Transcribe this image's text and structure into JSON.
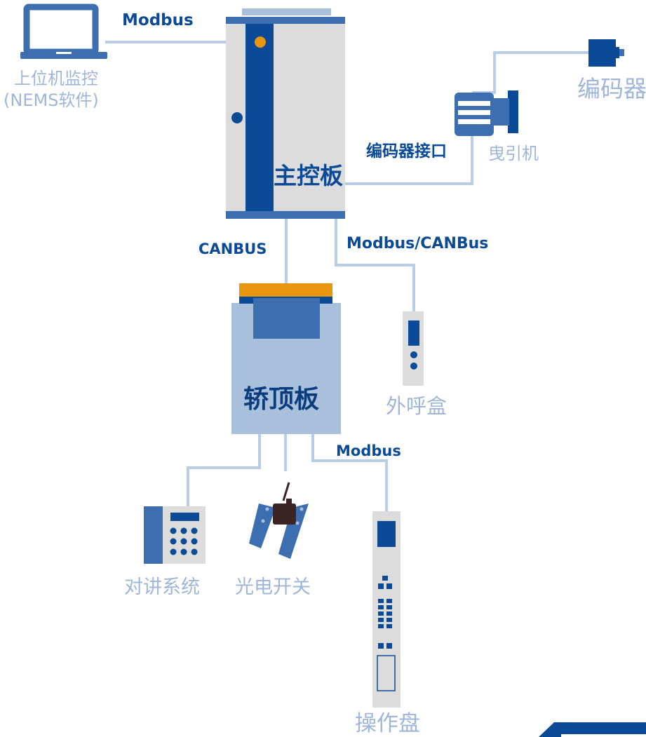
{
  "colors": {
    "primary": "#0b4a96",
    "mid_blue": "#3d6fb0",
    "light_blue": "#a9c0dd",
    "line": "#b9cde6",
    "light_gray": "#dcdcdc",
    "orange": "#e8960f",
    "brown": "#3d2424",
    "light_text": "#9fb6d8"
  },
  "nodes": {
    "pc": {
      "label": "上位机监控",
      "sublabel": "(NEMS软件)",
      "icon": "laptop-icon"
    },
    "main_board": {
      "label": "主控板",
      "icon": "cabinet-icon"
    },
    "traction": {
      "label": "曳引机",
      "icon": "traction-machine-icon"
    },
    "encoder": {
      "label": "编码器",
      "icon": "encoder-icon"
    },
    "car_top_board": {
      "label": "轿顶板",
      "icon": "car-top-board-icon"
    },
    "hall_call_box": {
      "label": "外呼盒",
      "icon": "hall-call-box-icon"
    },
    "intercom": {
      "label": "对讲系统",
      "icon": "intercom-phone-icon"
    },
    "photo_switch": {
      "label": "光电开关",
      "icon": "photoelectric-switch-icon"
    },
    "operation_panel": {
      "label": "操作盘",
      "icon": "operation-panel-icon"
    }
  },
  "links": {
    "pc_main": "Modbus",
    "main_encoder": "编码器接口",
    "main_car": "CANBUS",
    "main_hall": "Modbus/CANBus",
    "car_panel": "Modbus"
  }
}
